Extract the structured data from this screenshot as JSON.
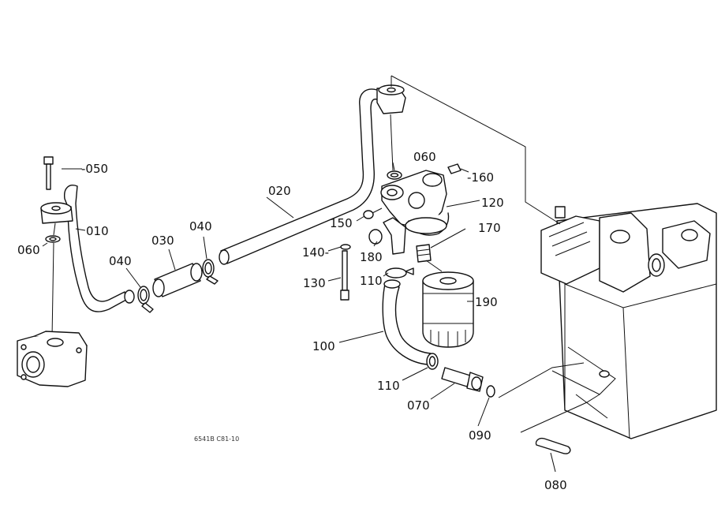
{
  "diagram": {
    "callouts": {
      "p010": "010",
      "p020": "020",
      "p030": "030",
      "p040a": "040",
      "p040b": "040",
      "p050": "050",
      "p060a": "060",
      "p060b": "060",
      "p070": "070",
      "p080": "080",
      "p090": "090",
      "p100": "100",
      "p110a": "110",
      "p110b": "110",
      "p120": "120",
      "p130": "130",
      "p140": "140",
      "p150": "150",
      "p160": "160",
      "p170": "170",
      "p180": "180",
      "p190": "190"
    },
    "figure_code": "6541B C81-10"
  }
}
